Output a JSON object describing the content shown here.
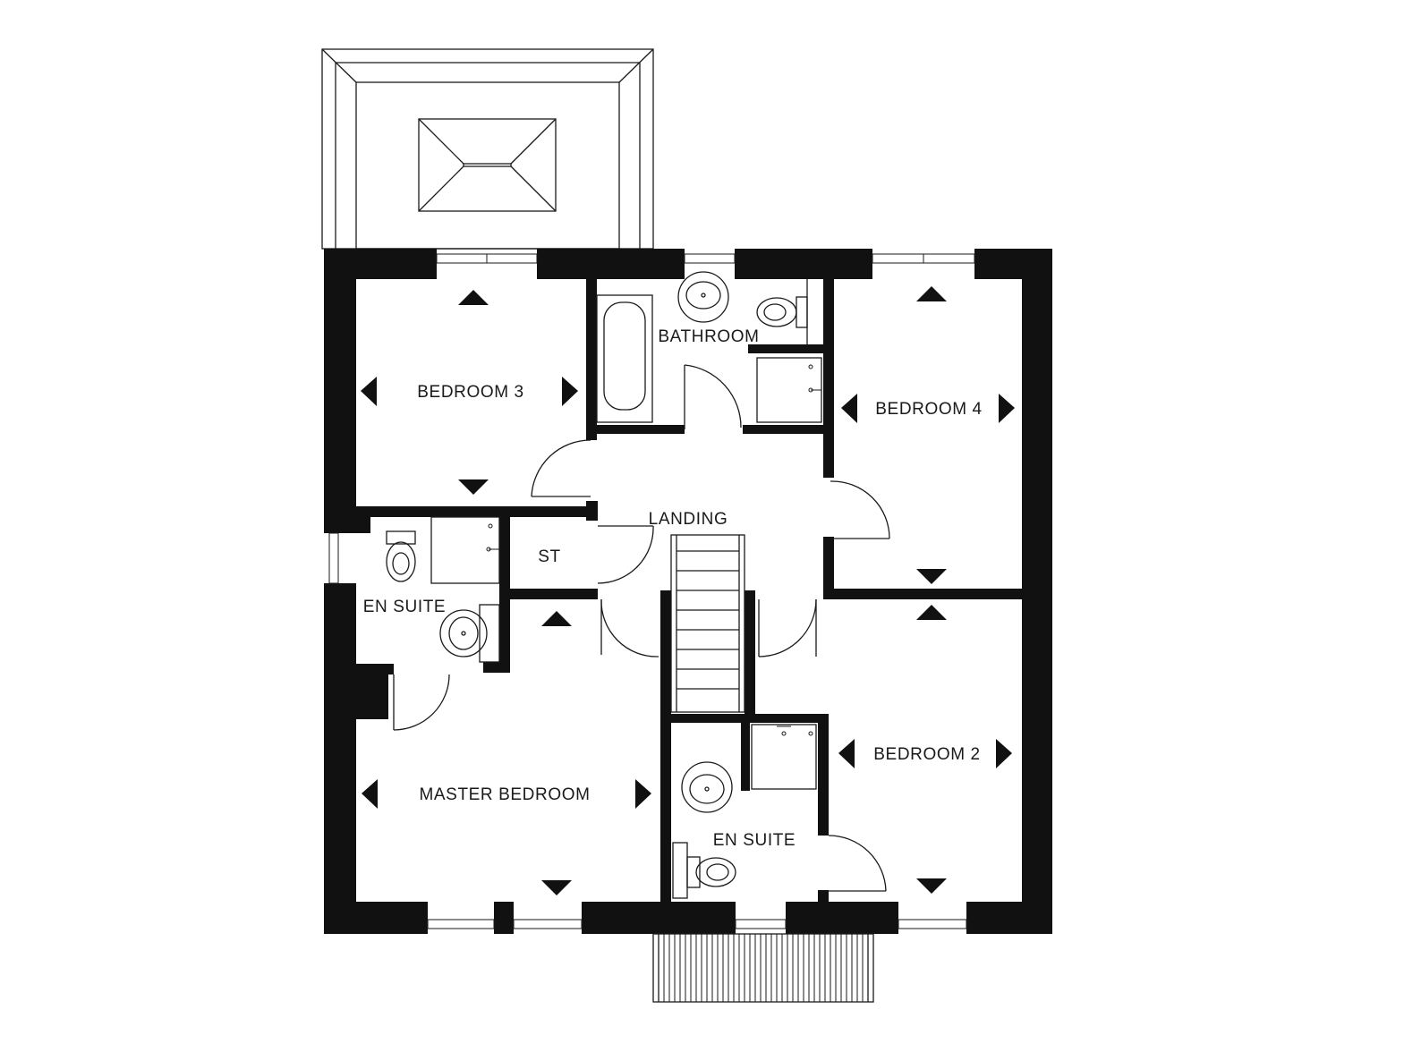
{
  "rooms": {
    "bedroom3": "BEDROOM 3",
    "bathroom": "BATHROOM",
    "bedroom4": "BEDROOM 4",
    "landing": "LANDING",
    "store": "ST",
    "ensuite_left": "EN SUITE",
    "master": "MASTER BEDROOM",
    "bedroom2": "BEDROOM 2",
    "ensuite_right": "EN SUITE"
  },
  "colors": {
    "wall": "#111111",
    "line": "#1a1a1a",
    "background": "#ffffff"
  }
}
